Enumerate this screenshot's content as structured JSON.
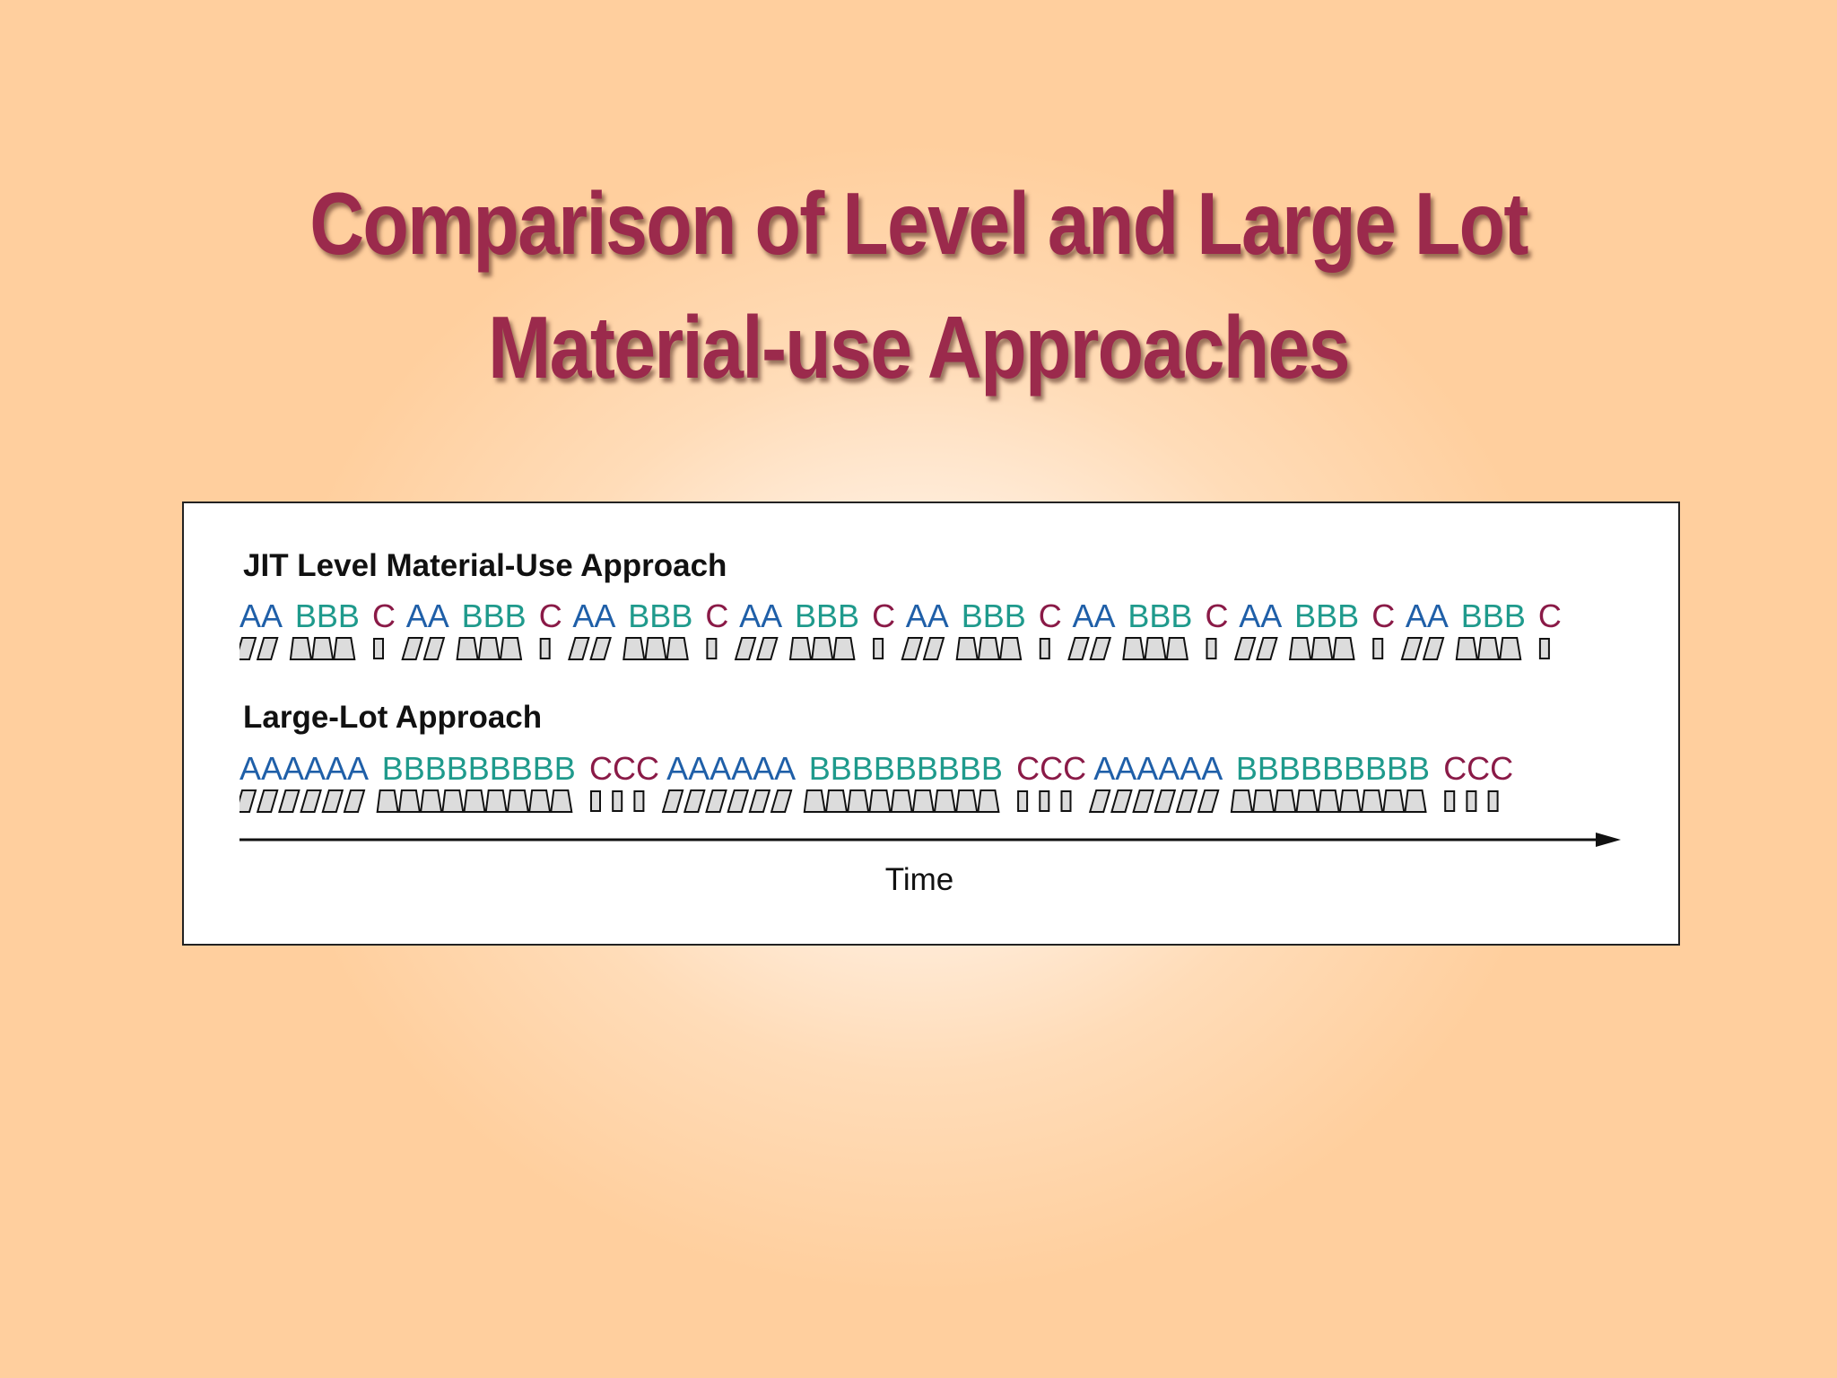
{
  "title": {
    "line1": "Comparison of Level and Large Lot",
    "line2": "Material-use Approaches"
  },
  "diagram": {
    "jit": {
      "heading": "JIT Level Material-Use Approach",
      "groups": [
        "AA",
        "BBB",
        "C",
        "AA",
        "BBB",
        "C",
        "AA",
        "BBB",
        "C",
        "AA",
        "BBB",
        "C",
        "AA",
        "BBB",
        "C",
        "AA",
        "BBB",
        "C",
        "AA",
        "BBB",
        "C",
        "AA",
        "BBB",
        "C"
      ]
    },
    "large_lot": {
      "heading": "Large-Lot Approach",
      "groups": [
        "AAAAAA",
        "BBBBBBBBB",
        "CCC",
        "AAAAAA",
        "BBBBBBBBB",
        "CCC",
        "AAAAAA",
        "BBBBBBBBB",
        "CCC"
      ]
    },
    "axis_label": "Time"
  },
  "colors": {
    "A": "#1f5fa8",
    "B": "#1f9a8c",
    "C": "#8a1a47",
    "title": "#9b2a4c"
  },
  "icons": {
    "A": "parallelogram-car-icon",
    "B": "trapezoid-truck-icon",
    "C": "upright-box-icon"
  }
}
